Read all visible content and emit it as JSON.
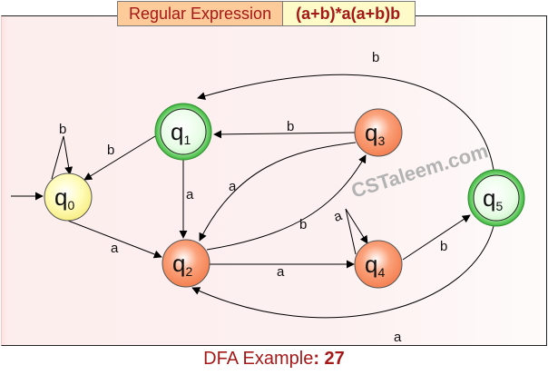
{
  "header": {
    "label": "Regular Expression",
    "expression": "(a+b)*a(a+b)b"
  },
  "caption": {
    "prefix": "DFA Example",
    "number": ": 27"
  },
  "watermark": "CSTaleem.com",
  "colors": {
    "start_state_fill": "#fffaa8",
    "final_state_fill": "#dfffdc",
    "final_state_ring": "#4cc24c",
    "normal_state_fill": "#f88a5e",
    "title_text": "#a51818"
  },
  "states": [
    {
      "id": "q0",
      "base": "q",
      "sub": "0",
      "type": "start"
    },
    {
      "id": "q1",
      "base": "q",
      "sub": "1",
      "type": "final"
    },
    {
      "id": "q2",
      "base": "q",
      "sub": "2",
      "type": "normal"
    },
    {
      "id": "q3",
      "base": "q",
      "sub": "3",
      "type": "normal"
    },
    {
      "id": "q4",
      "base": "q",
      "sub": "4",
      "type": "normal"
    },
    {
      "id": "q5",
      "base": "q",
      "sub": "5",
      "type": "final"
    }
  ],
  "transitions": [
    {
      "from": "q0",
      "to": "q0",
      "symbol": "b"
    },
    {
      "from": "q0",
      "to": "q2",
      "symbol": "a"
    },
    {
      "from": "q1",
      "to": "q0",
      "symbol": "b"
    },
    {
      "from": "q1",
      "to": "q2",
      "symbol": "a"
    },
    {
      "from": "q2",
      "to": "q3",
      "symbol": "b"
    },
    {
      "from": "q2",
      "to": "q4",
      "symbol": "a"
    },
    {
      "from": "q3",
      "to": "q1",
      "symbol": "b"
    },
    {
      "from": "q3",
      "to": "q2",
      "symbol": "a"
    },
    {
      "from": "q4",
      "to": "q4",
      "symbol": "a"
    },
    {
      "from": "q4",
      "to": "q5",
      "symbol": "b"
    },
    {
      "from": "q5",
      "to": "q1",
      "symbol": "b"
    },
    {
      "from": "q5",
      "to": "q2",
      "symbol": "a"
    }
  ]
}
